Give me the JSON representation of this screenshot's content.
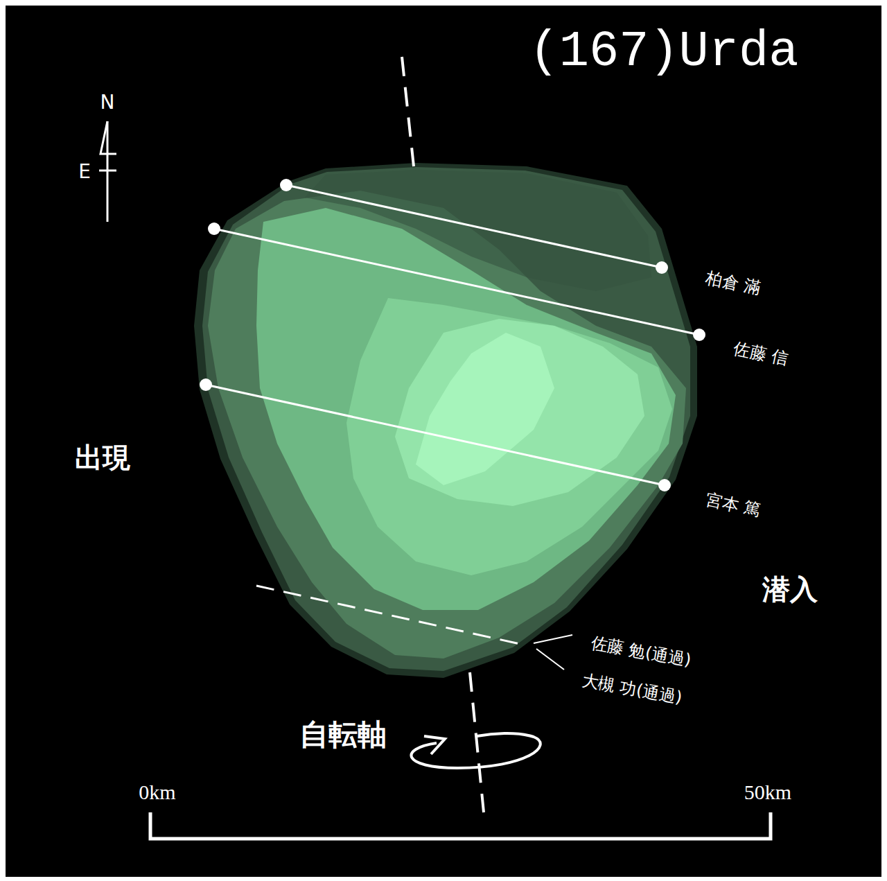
{
  "diagram": {
    "title": "(167)Urda",
    "labels": [
      "N",
      "E",
      "柏倉 滿",
      "佐藤 信",
      "宮本 篤",
      "出現",
      "潜入",
      "佐藤 勉(通過)",
      "大槻 功(通過)",
      "自転軸",
      "0km",
      "50km"
    ]
  }
}
